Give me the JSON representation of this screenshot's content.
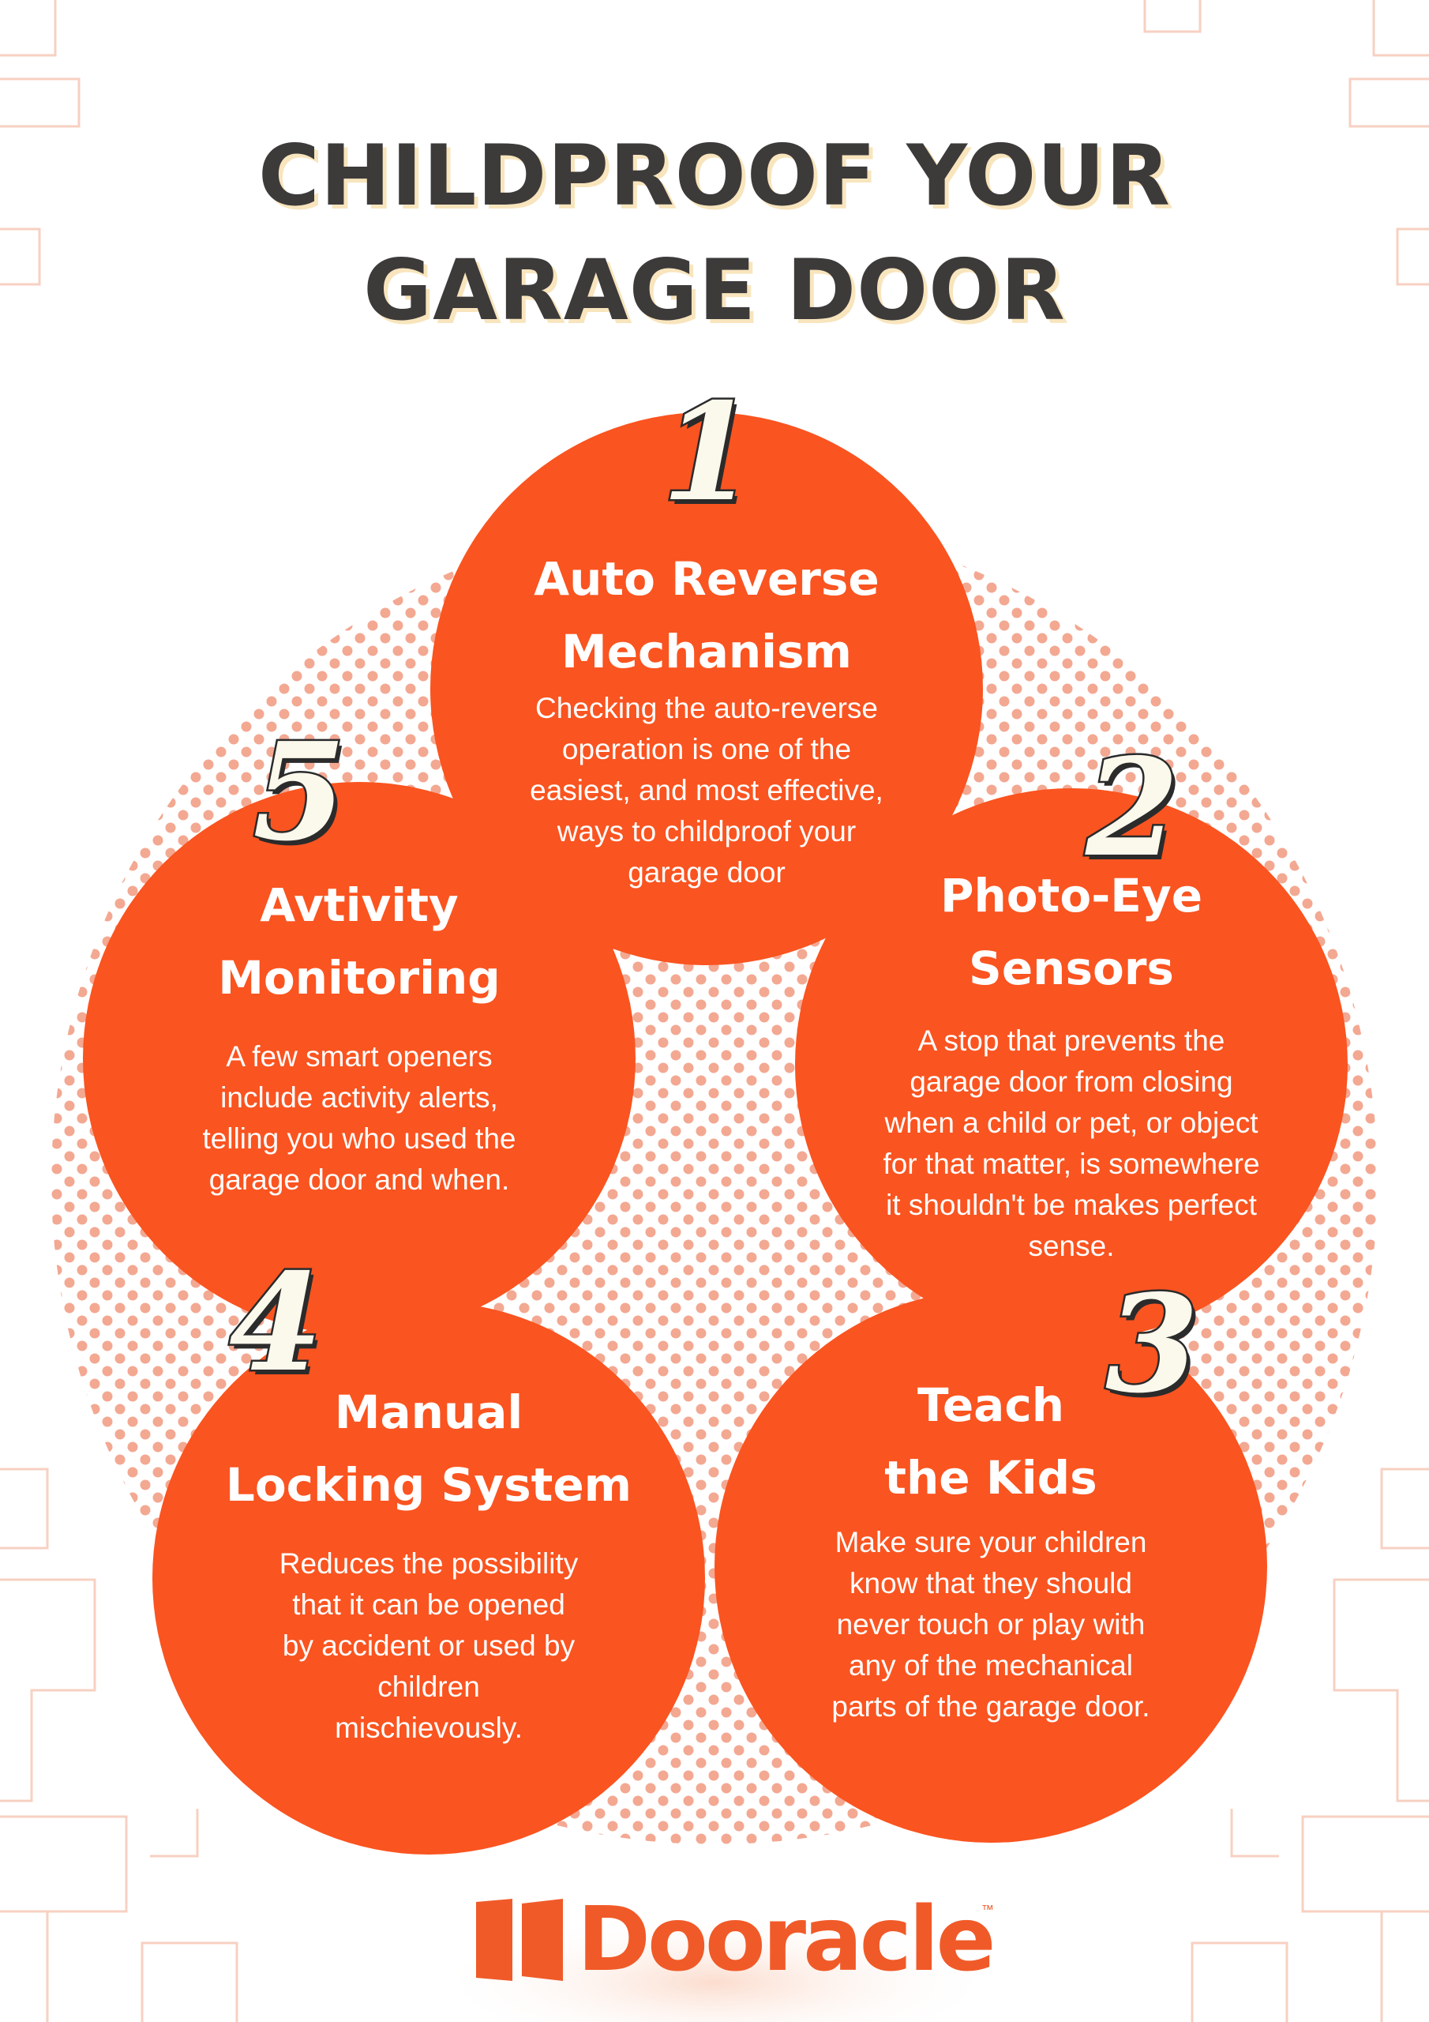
{
  "title_lines": [
    "CHILDPROOF YOUR",
    "GARAGE DOOR"
  ],
  "colors": {
    "accent": "#fa5420",
    "title": "#3d3a3a",
    "title_shadow": "#f8e5bd",
    "dots": "#f3a892",
    "number_fill": "#fbf8ec",
    "logo": "#f05a28"
  },
  "steps": [
    {
      "number": "1",
      "heading": [
        "Auto Reverse",
        "Mechanism"
      ],
      "text": [
        "Checking the auto-reverse",
        "operation is one of the",
        "easiest, and most effective,",
        "ways to childproof your",
        "garage door"
      ]
    },
    {
      "number": "2",
      "heading": [
        "Photo-Eye",
        "Sensors"
      ],
      "text": [
        "A stop that prevents the",
        "garage door from closing",
        "when a child or pet, or object",
        "for that matter, is somewhere",
        "it shouldn't be makes perfect",
        "sense."
      ]
    },
    {
      "number": "3",
      "heading": [
        "Teach",
        "the Kids"
      ],
      "text": [
        "Make sure your children",
        "know that they should",
        "never touch or play with",
        "any of the mechanical",
        "parts of the garage door."
      ]
    },
    {
      "number": "4",
      "heading": [
        "Manual",
        "Locking System"
      ],
      "text": [
        "Reduces the possibility",
        "that it can be opened",
        "by accident or used by",
        "children",
        "mischievously."
      ]
    },
    {
      "number": "5",
      "heading": [
        "Avtivity",
        "Monitoring"
      ],
      "text": [
        "A few smart openers",
        "include activity alerts,",
        "telling you who used the",
        "garage door and when."
      ]
    }
  ],
  "logo": {
    "name": "Dooracle",
    "trademark": "™",
    "icon": "door-logo-icon"
  }
}
